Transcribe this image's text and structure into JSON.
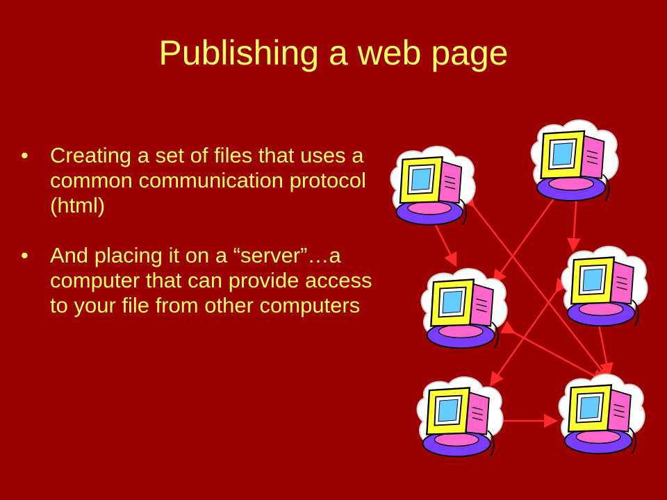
{
  "slide": {
    "title": "Publishing a web page",
    "bullets": [
      {
        "marker": "•",
        "text": "Creating a set of files that uses a common communication protocol (html)"
      },
      {
        "marker": "•",
        "text": "And placing it on a “server”…a computer that can provide access to your file from other computers"
      }
    ]
  },
  "diagram": {
    "nodes": [
      {
        "id": "top-left",
        "icon": "computer-icon"
      },
      {
        "id": "top-right",
        "icon": "computer-icon"
      },
      {
        "id": "mid-left",
        "icon": "computer-icon"
      },
      {
        "id": "mid-right",
        "icon": "computer-icon"
      },
      {
        "id": "bottom-left",
        "icon": "computer-icon"
      },
      {
        "id": "bottom-right",
        "icon": "computer-icon"
      }
    ],
    "connections": [
      [
        "top-left",
        "mid-left"
      ],
      [
        "top-left",
        "bottom-right"
      ],
      [
        "top-right",
        "mid-left"
      ],
      [
        "top-right",
        "mid-right"
      ],
      [
        "mid-left",
        "bottom-right"
      ],
      [
        "mid-right",
        "bottom-left"
      ],
      [
        "mid-right",
        "bottom-right"
      ],
      [
        "bottom-left",
        "bottom-right"
      ]
    ],
    "colors": {
      "arrow": "#ff2a2a",
      "monitor": "#ffff33",
      "monitor_side": "#ff66cc",
      "screen": "#66ccff",
      "base": "#7a3cff",
      "cloud": "#ffffff"
    }
  },
  "theme": {
    "background": "#9a0000",
    "text": "#ffff66"
  }
}
